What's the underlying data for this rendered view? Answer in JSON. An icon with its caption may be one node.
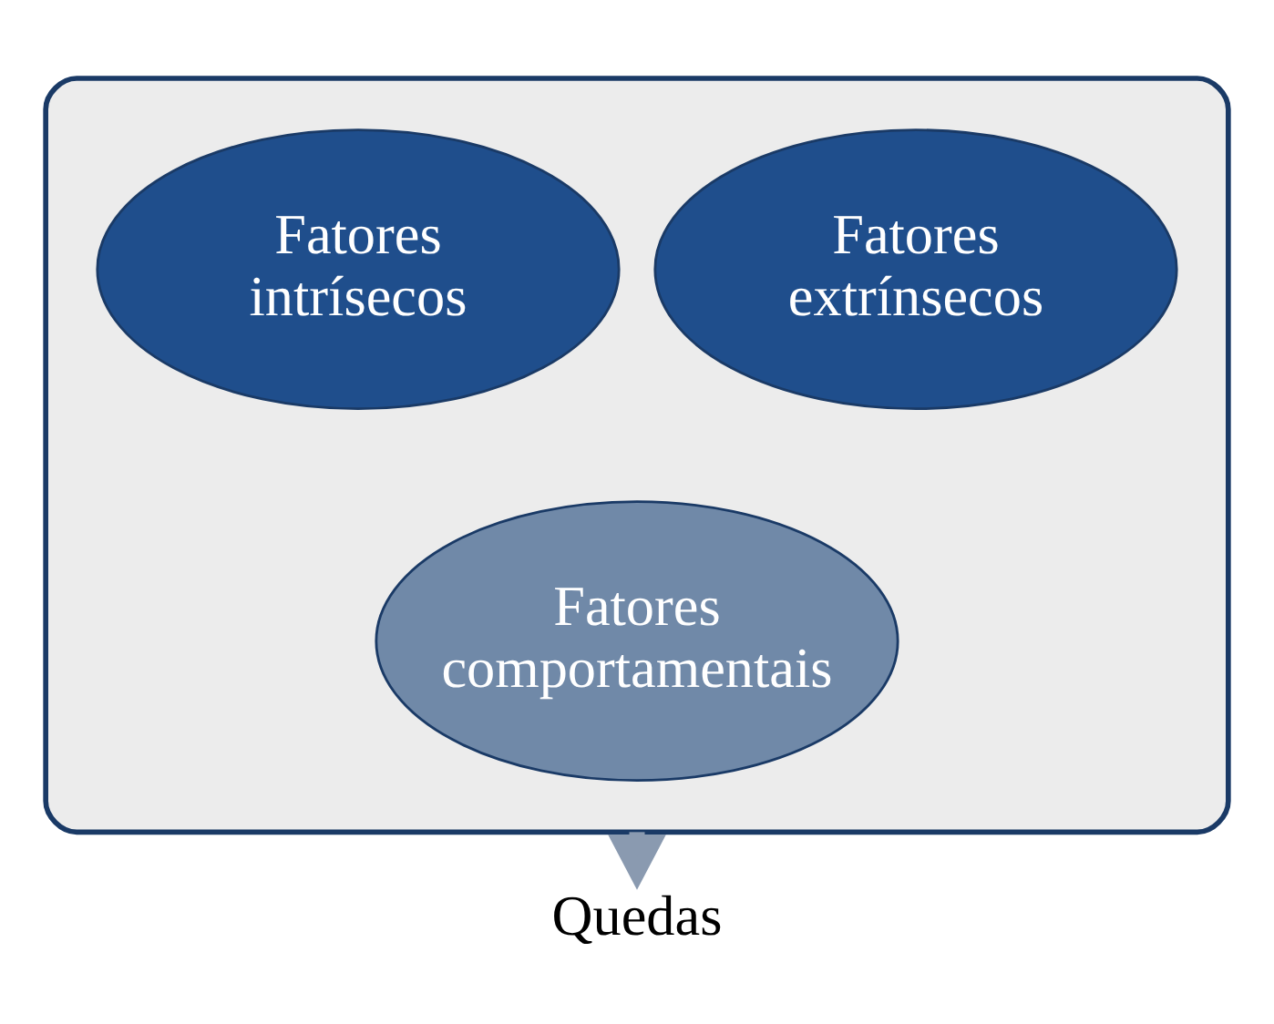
{
  "diagram": {
    "nodes": [
      {
        "text": [],
        "shape": "funnel"
      },
      {
        "text": [
          "Fatores intrísecos"
        ],
        "in": 0
      },
      {
        "text": [
          "Fatores extrínsecos"
        ],
        "in": 0
      },
      {
        "text": [
          "Fatores comportamentais"
        ],
        "in": 0
      },
      {
        "text": [
          "Quedas"
        ]
      }
    ],
    "edges": [
      {
        "from": 0,
        "to": 4,
        "arrow": "to"
      }
    ]
  }
}
